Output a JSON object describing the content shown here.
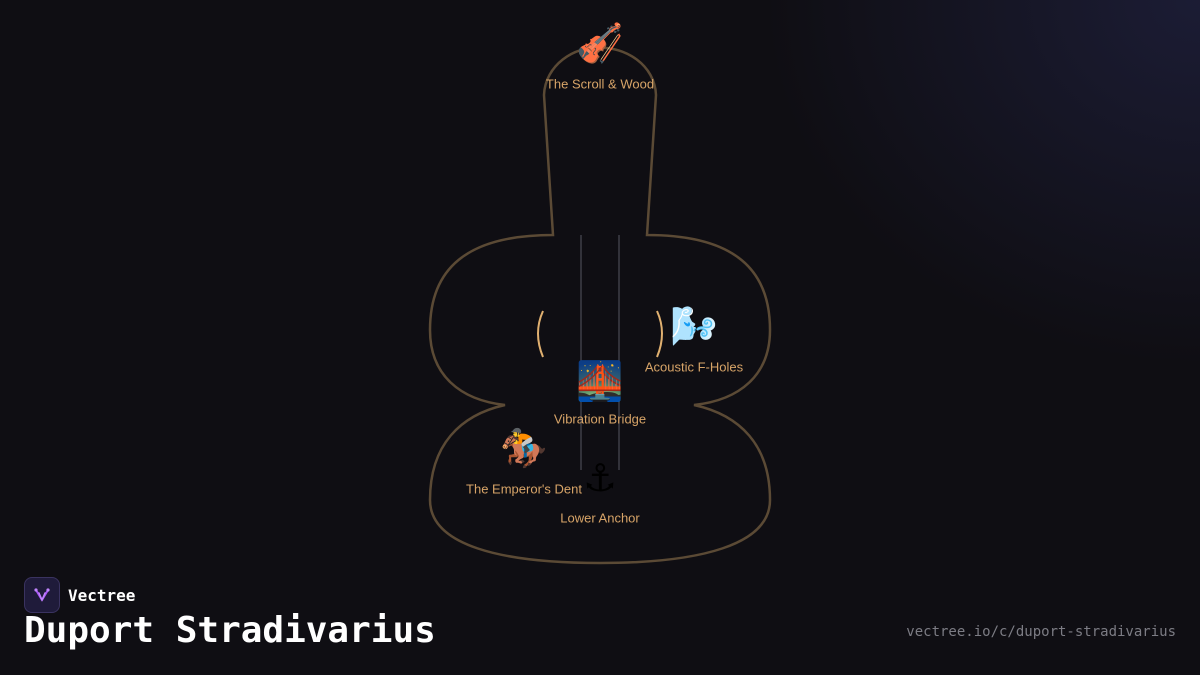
{
  "brand": {
    "name": "Vectree",
    "logo_icon": "vectree-logo-icon",
    "logo_color": "#a855f7"
  },
  "title": "Duport Stradivarius",
  "url": "vectree.io/c/duport-stradivarius",
  "colors": {
    "background": "#0f0e13",
    "outline": "#5b4a35",
    "label": "#d7a468",
    "fhole": "#e0b070",
    "strings": "#4a4a55"
  },
  "points": [
    {
      "id": "scroll",
      "icon": "violin-icon",
      "emoji": "🎻",
      "label": "The Scroll & Wood"
    },
    {
      "id": "fholes",
      "icon": "wind-icon",
      "emoji": "🌬️",
      "label": "Acoustic F-Holes"
    },
    {
      "id": "bridge",
      "icon": "bridge-icon",
      "emoji": "🌉",
      "label": "Vibration Bridge"
    },
    {
      "id": "dent",
      "icon": "horse-racing-icon",
      "emoji": "🏇",
      "label": "The Emperor's Dent"
    },
    {
      "id": "anchor",
      "icon": "anchor-icon",
      "emoji": "⚓",
      "label": "Lower Anchor"
    }
  ]
}
